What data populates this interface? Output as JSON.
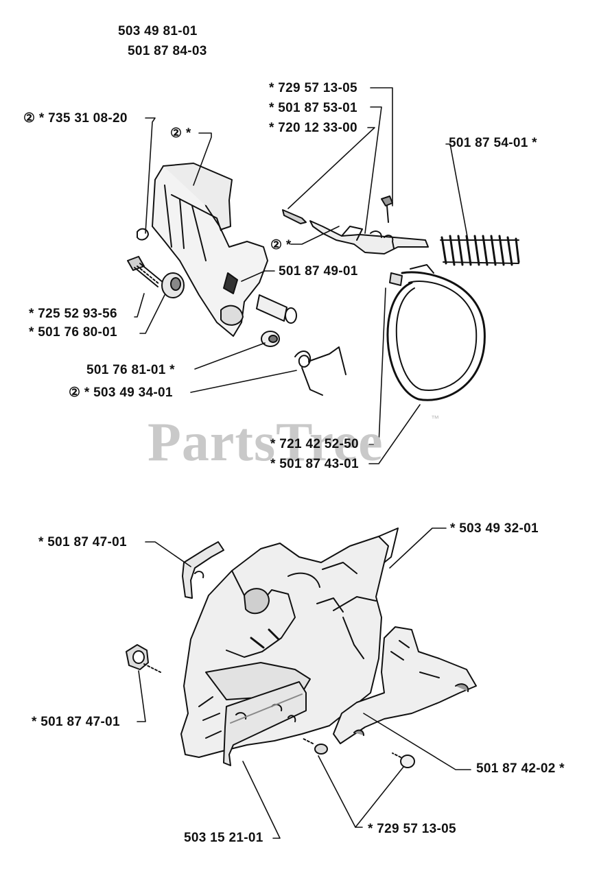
{
  "watermark": {
    "text": "PartsTree",
    "tm": "™"
  },
  "header_numbers": [
    "503 49 81-01",
    "501 87 84-03"
  ],
  "labels": [
    "② *  735 31 08-20",
    "② *",
    "*  729 57 13-05",
    "*  501 87 53-01",
    "*  720 12 33-00",
    "501 87 54-01  *",
    "② *",
    "501 87 49-01",
    "*  725 52 93-56",
    "*  501 76 80-01",
    "501 76 81-01  *",
    "② *  503 49 34-01",
    "*  721 42 52-50",
    "*  501 87 43-01",
    "*  503 49 32-01",
    "*  501 87 47-01",
    "*  501 87 47-01",
    "501 87 42-02  *",
    "*  729 57 13-05",
    "503 15 21-01"
  ]
}
